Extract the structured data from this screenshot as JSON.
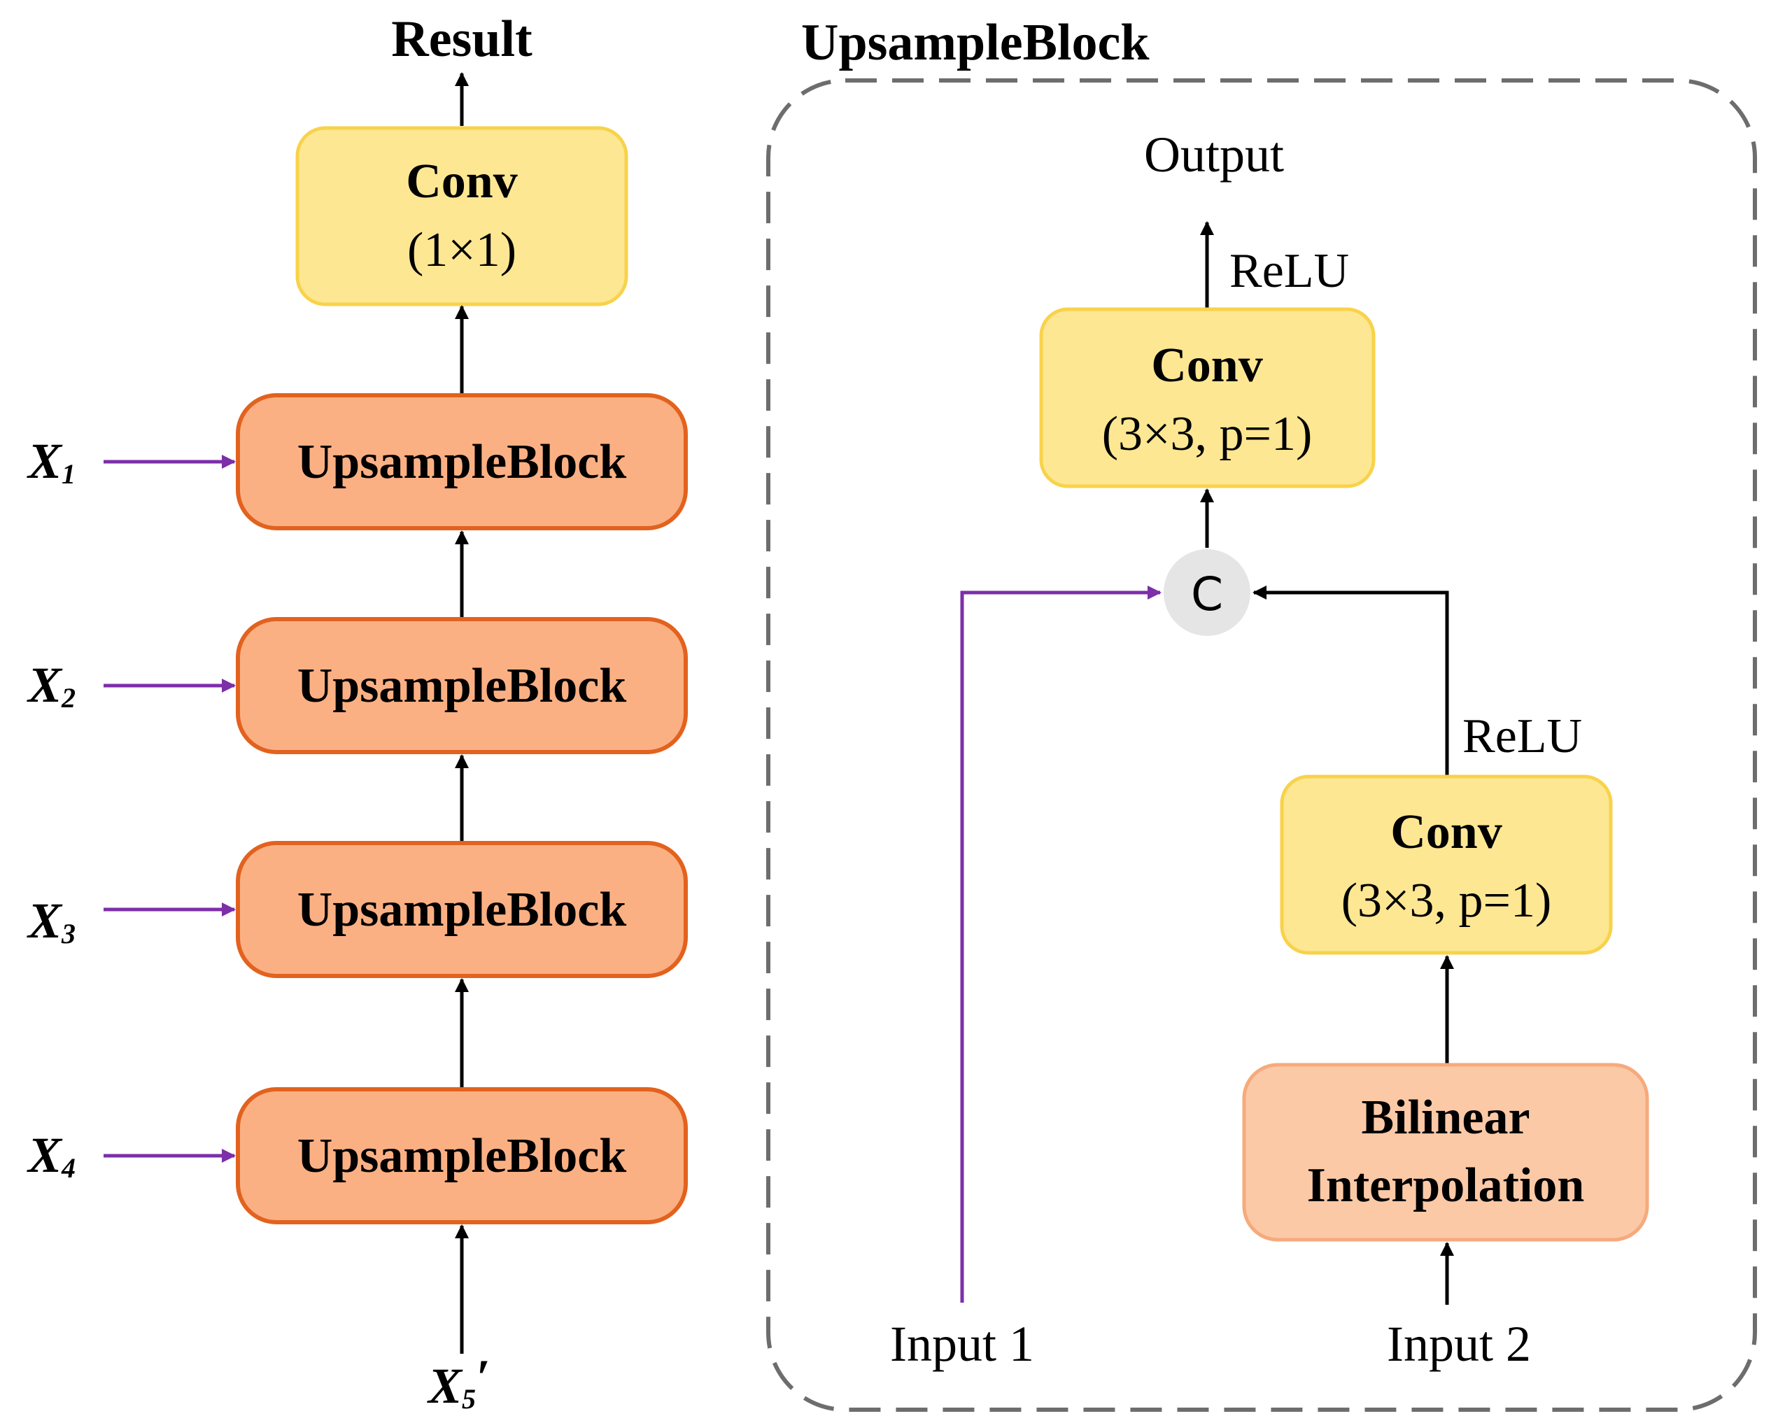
{
  "left": {
    "result_label": "Result",
    "top_conv": {
      "title": "Conv",
      "params": "(1×1)"
    },
    "blocks": [
      {
        "label": "UpsampleBlock",
        "input": {
          "base": "X",
          "sub": "1",
          "suffix": ""
        }
      },
      {
        "label": "UpsampleBlock",
        "input": {
          "base": "X",
          "sub": "2",
          "suffix": ""
        }
      },
      {
        "label": "UpsampleBlock",
        "input": {
          "base": "X",
          "sub": "3",
          "suffix": ""
        }
      },
      {
        "label": "UpsampleBlock",
        "input": {
          "base": "X",
          "sub": "4",
          "suffix": ""
        }
      }
    ],
    "bottom_input": {
      "base": "X",
      "sub": "5",
      "suffix": "′"
    }
  },
  "right": {
    "title": "UpsampleBlock",
    "output_label": "Output",
    "relu_top": "ReLU",
    "relu_mid": "ReLU",
    "conv_top": {
      "title": "Conv",
      "params": "(3×3, p=1)"
    },
    "concat_symbol": "C",
    "conv_mid": {
      "title": "Conv",
      "params": "(3×3, p=1)"
    },
    "bilinear": {
      "line1": "Bilinear",
      "line2": "Interpolation"
    },
    "input1_label": "Input 1",
    "input2_label": "Input 2"
  },
  "colors": {
    "orange_fill": "#fbb084",
    "orange_stroke": "#e2621e",
    "yellow_fill": "#fde793",
    "yellow_stroke": "#f8d24a",
    "salmon_fill": "#fcc9a7",
    "salmon_stroke": "#f6aa7c",
    "purple": "#7c2fa8",
    "concat_fill": "#e5e5e5",
    "dash": "#6d6d6d"
  }
}
